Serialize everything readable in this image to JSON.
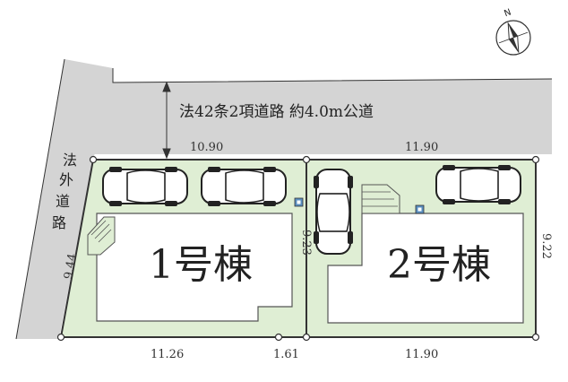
{
  "road": {
    "front_label": "法42条2項道路 約4.0m公道",
    "side_label_chars": [
      "法",
      "外",
      "道",
      "路"
    ]
  },
  "buildings": {
    "b1_label": "1号棟",
    "b2_label": "2号棟"
  },
  "dimensions": {
    "top_left": "10.90",
    "top_right": "11.90",
    "bottom_left": "11.26",
    "bottom_mid": "1.61",
    "bottom_right": "11.90",
    "left_side": "9.44",
    "middle": "9.23",
    "right_side": "9.22"
  },
  "compass": {
    "north_label": "N"
  },
  "colors": {
    "lot_fill": "#dfeed4",
    "road_fill": "#d4d4d4",
    "line": "#333333",
    "meter_box": "#5a8fc0"
  }
}
